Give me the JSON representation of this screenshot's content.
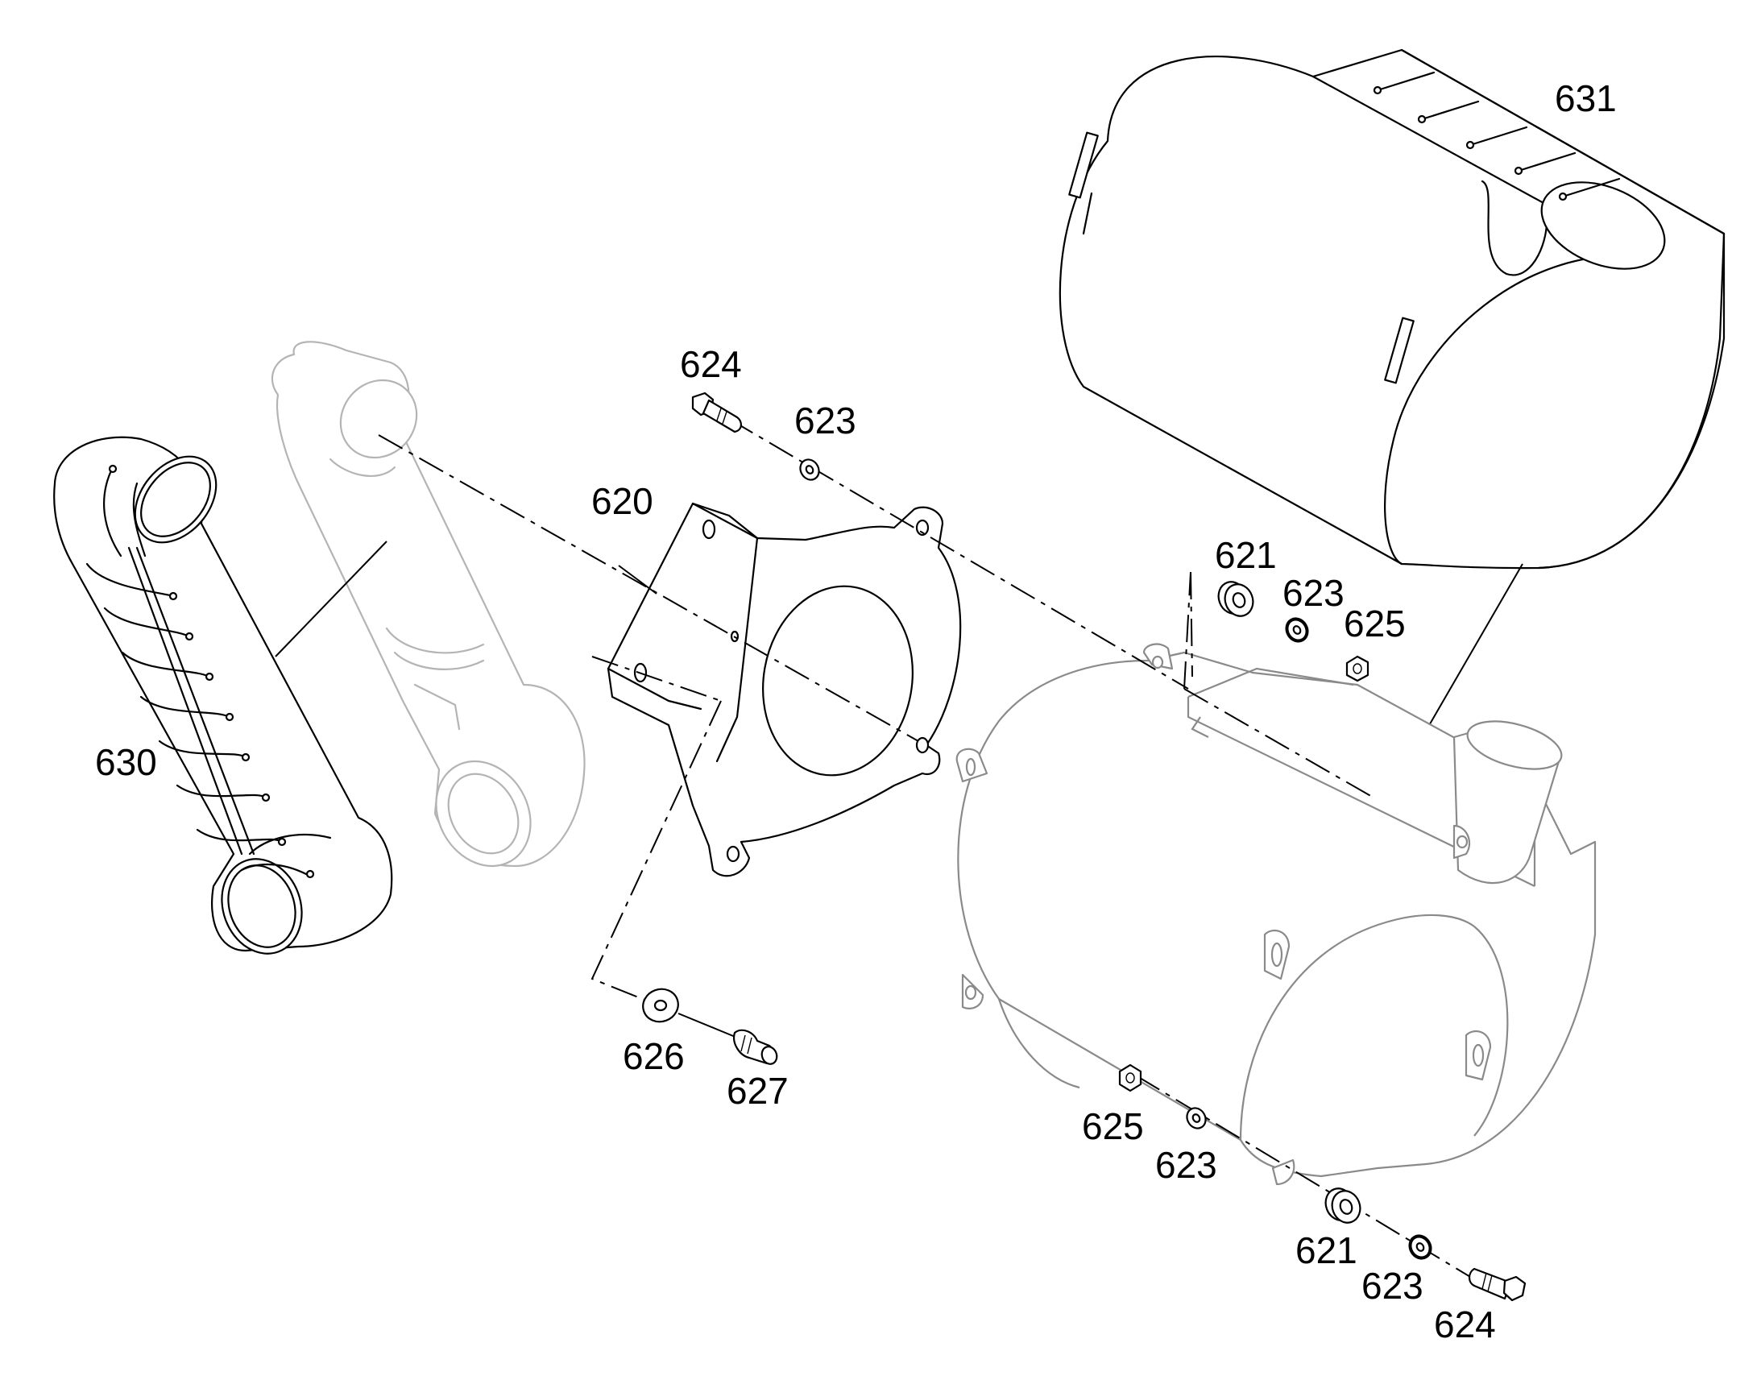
{
  "diagram": {
    "colors": {
      "ink": "#000000",
      "ghost": "#b4b4b4",
      "grey": "#8a8a8a",
      "background": "#ffffff"
    },
    "callouts": [
      {
        "id": "c631",
        "label": "631"
      },
      {
        "id": "c624a",
        "label": "624"
      },
      {
        "id": "c623a",
        "label": "623"
      },
      {
        "id": "c620",
        "label": "620"
      },
      {
        "id": "c621a",
        "label": "621"
      },
      {
        "id": "c623b",
        "label": "623"
      },
      {
        "id": "c625a",
        "label": "625"
      },
      {
        "id": "c630",
        "label": "630"
      },
      {
        "id": "c626",
        "label": "626"
      },
      {
        "id": "c627",
        "label": "627"
      },
      {
        "id": "c625b",
        "label": "625"
      },
      {
        "id": "c623c",
        "label": "623"
      },
      {
        "id": "c621b",
        "label": "621"
      },
      {
        "id": "c623d",
        "label": "623"
      },
      {
        "id": "c624b",
        "label": "624"
      }
    ]
  }
}
